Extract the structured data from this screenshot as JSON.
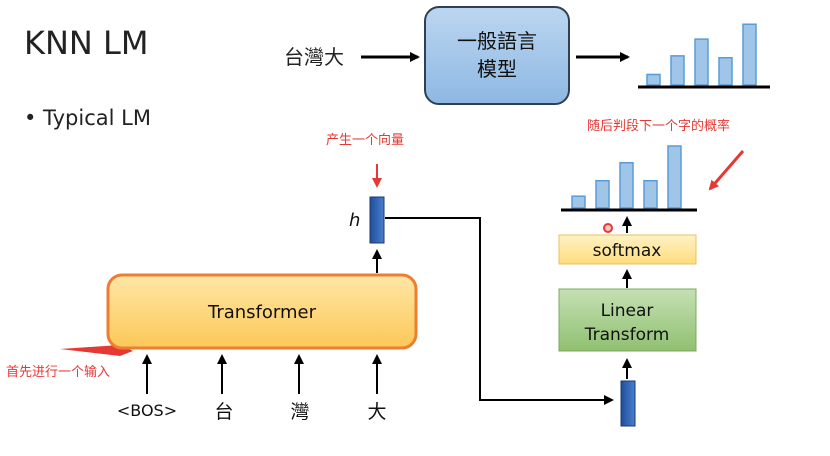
{
  "slide": {
    "title": "KNN LM",
    "bullet": "• Typical LM"
  },
  "top": {
    "input_text": "台灣大",
    "model_box_line1": "一般語言",
    "model_box_line2": "模型",
    "bars": [
      0.17,
      0.47,
      0.74,
      0.44,
      0.98
    ]
  },
  "main": {
    "transformer_label": "Transformer",
    "h_label": "h",
    "softmax_label": "softmax",
    "linear_line1": "Linear",
    "linear_line2": "Transform",
    "bars": [
      0.19,
      0.44,
      0.73,
      0.44,
      1.0
    ],
    "tokens": [
      "<BOS>",
      "台",
      "灣",
      "大"
    ]
  },
  "annotations": {
    "vector": "产生一个向量",
    "distribution": "随后判段下一个字的概率",
    "first_input": "首先进行一个输入"
  },
  "colors": {
    "annotation": "#e53935",
    "bar_fill": "#9fc5e8",
    "bar_stroke": "#5b9bd5",
    "vector_fill": "#2e5fb0",
    "transformer_fill": "#fdd87f",
    "transformer_stroke": "#ed7d31",
    "softmax_fill": "#fde9a2",
    "linear_fill": "#a8d08d",
    "model_fill": "#9ec3e6"
  }
}
